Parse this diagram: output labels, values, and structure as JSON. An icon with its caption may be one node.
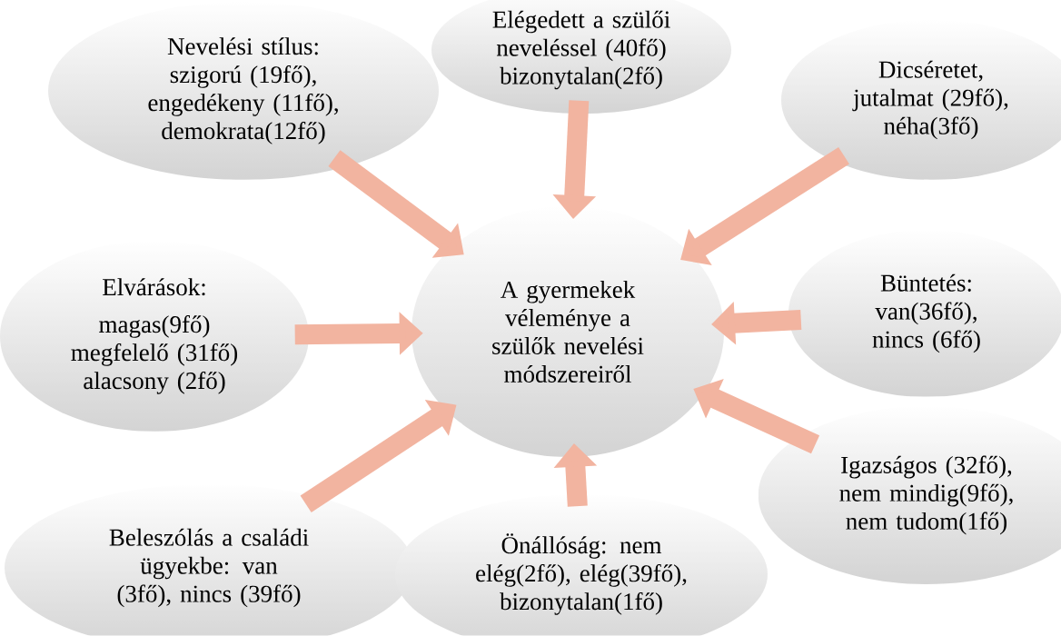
{
  "diagram": {
    "nodes": [
      {
        "text": [
          "Nevelési stílus: szigorú (19fő), engedékeny (11fő), demokrata(12fő)"
        ]
      },
      {
        "text": [
          "Elégedett a szülői neveléssel (40fő) bizonytalan(2fő)"
        ]
      },
      {
        "text": [
          "Dicséretet, jutalmat (29fő), néha(3fő)"
        ]
      },
      {
        "text": [
          "Elvárások:",
          "magas(9fő) megfelelő (31fő) alacsony (2fő)"
        ]
      },
      {
        "text": [
          "A gyermekek véleménye a szülők nevelési módszereiről"
        ]
      },
      {
        "text": [
          "Büntetés: van(36fő), nincs (6fő)"
        ]
      },
      {
        "text": [
          "Beleszólás a családi ügyekbe: van (3fő), nincs (39fő)"
        ]
      },
      {
        "text": [
          "Önállóság: nem elég(2fő), elég(39fő), bizonytalan(1fő)"
        ]
      },
      {
        "text": [
          "Igazságos (32fő), nem mindig(9fő), nem tudom(1fő)"
        ]
      }
    ],
    "edges": [
      {
        "from": 0,
        "to": 4,
        "arrow": "to"
      },
      {
        "from": 1,
        "to": 4,
        "arrow": "to"
      },
      {
        "from": 2,
        "to": 4,
        "arrow": "to"
      },
      {
        "from": 3,
        "to": 4,
        "arrow": "to"
      },
      {
        "from": 5,
        "to": 4,
        "arrow": "to"
      },
      {
        "from": 6,
        "to": 4,
        "arrow": "to"
      },
      {
        "from": 7,
        "to": 4,
        "arrow": "to"
      },
      {
        "from": 8,
        "to": 4,
        "arrow": "to"
      }
    ]
  }
}
